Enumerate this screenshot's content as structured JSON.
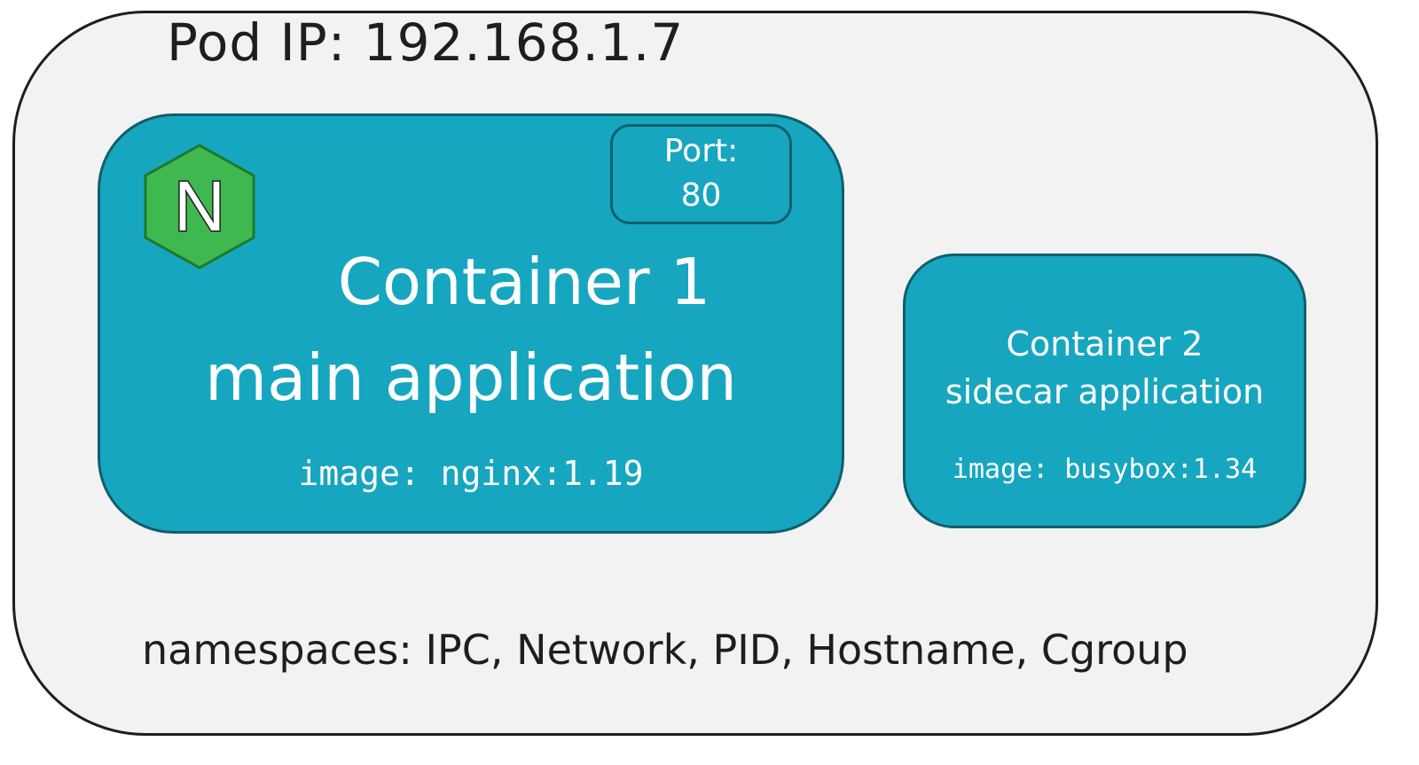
{
  "pod": {
    "ip_label": "Pod IP: 192.168.1.7"
  },
  "container1": {
    "port_label": "Port:",
    "port_value": "80",
    "title_line1": "Container 1",
    "title_line2": "main application",
    "image": "image: nginx:1.19",
    "logo_letter": "N",
    "logo_icon": "nginx-hexagon-icon"
  },
  "container2": {
    "title_line1": "Container 2",
    "title_line2": "sidecar application",
    "image": "image: busybox:1.34"
  },
  "namespaces": {
    "label": "namespaces: IPC, Network, PID, Hostname, Cgroup"
  },
  "colors": {
    "pod_fill": "#f2f2f2",
    "container_fill": "#17a6bf",
    "container_border": "#0f5f6d",
    "nginx_green": "#3fb94f",
    "nginx_border": "#1d7a2b",
    "text_dark": "#1e1e1e",
    "text_light": "#ffffff"
  }
}
